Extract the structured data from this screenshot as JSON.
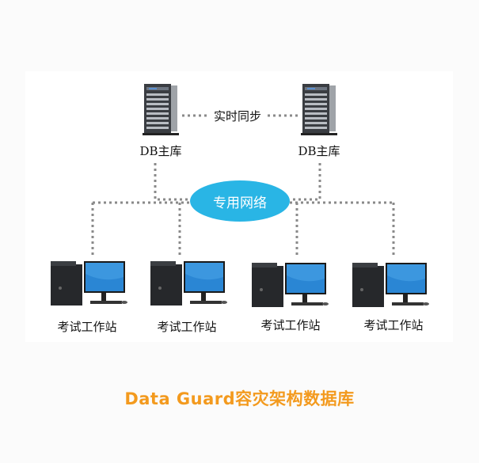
{
  "diagram": {
    "servers": [
      {
        "label": "DB主库",
        "icon": "tower-server-icon"
      },
      {
        "label": "DB主库",
        "icon": "tower-server-icon"
      }
    ],
    "sync_label": "实时同步",
    "network_label": "专用网络",
    "network_color": "#29b5e5",
    "workstations": [
      {
        "label": "考试工作站",
        "icon": "desktop-workstation-icon"
      },
      {
        "label": "考试工作站",
        "icon": "desktop-workstation-icon"
      },
      {
        "label": "考试工作站",
        "icon": "desktop-workstation-icon"
      },
      {
        "label": "考试工作站",
        "icon": "desktop-workstation-icon"
      }
    ],
    "connections": [
      {
        "from": "servers.0",
        "to": "servers.1",
        "style": "dotted",
        "label": "实时同步"
      },
      {
        "from": "servers.0",
        "to": "network",
        "style": "dotted"
      },
      {
        "from": "servers.1",
        "to": "network",
        "style": "dotted"
      },
      {
        "from": "network",
        "to": "workstations.0",
        "style": "dotted"
      },
      {
        "from": "network",
        "to": "workstations.1",
        "style": "dotted"
      },
      {
        "from": "network",
        "to": "workstations.2",
        "style": "dotted"
      },
      {
        "from": "network",
        "to": "workstations.3",
        "style": "dotted"
      }
    ]
  },
  "caption": "Data Guard容灾架构数据库",
  "caption_color": "#f39a1e"
}
